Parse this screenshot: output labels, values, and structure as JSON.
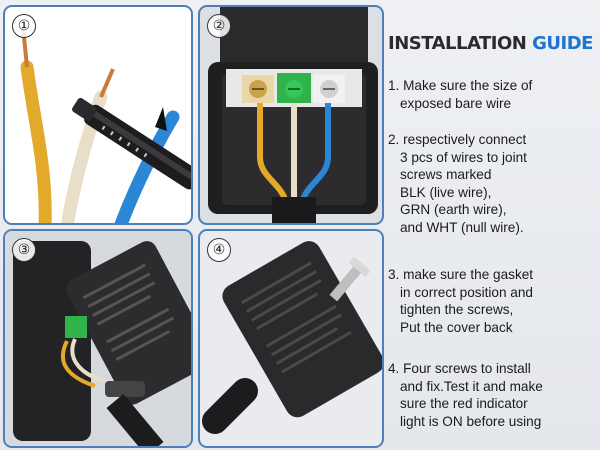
{
  "panels": [
    {
      "number": "①"
    },
    {
      "number": "②"
    },
    {
      "number": "③"
    },
    {
      "number": "④"
    }
  ],
  "guide": {
    "title_part1": "INSTALLATION",
    "title_part2": "GUIDE",
    "title_color": "#2b2b2b",
    "accent_color": "#1e73d2",
    "steps": [
      {
        "lines": [
          "1. Make sure the size of",
          "exposed bare wire"
        ]
      },
      {
        "lines": [
          "2. respectively connect",
          "3 pcs of wires to joint",
          "screws marked",
          "BLK (live wire),",
          "GRN (earth wire),",
          "and WHT (null wire)."
        ]
      },
      {
        "lines": [
          "3. make sure the gasket",
          "in correct position and",
          "tighten the screws,",
          "Put the cover back"
        ]
      },
      {
        "lines": [
          "4. Four screws to install",
          "and fix.Test it and make",
          "sure the red indicator",
          "light is ON before using"
        ]
      }
    ]
  },
  "colors": {
    "panel_border": "#4f7fb8",
    "wire_live": "#e3a92a",
    "wire_earth": "#e9dfc8",
    "wire_null": "#2b86d6",
    "terminal_green": "#2fb34a",
    "housing": "#2a2a2c"
  }
}
